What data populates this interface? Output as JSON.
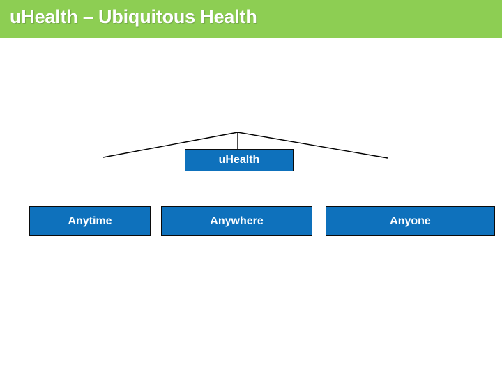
{
  "header": {
    "title": "uHealth – Ubiquitous Health",
    "background_color": "#8DCE53",
    "text_color": "#FFFFFF"
  },
  "diagram": {
    "type": "hierarchy",
    "background_color": "#FFFFFF",
    "node_fill_color": "#0E71BC",
    "node_border_color": "#0B0B0B",
    "node_text_color": "#FFFFFF",
    "connector_color": "#000000",
    "root": {
      "label": "uHealth"
    },
    "children": [
      {
        "label": "Anytime"
      },
      {
        "label": "Anywhere"
      },
      {
        "label": "Anyone"
      }
    ]
  }
}
